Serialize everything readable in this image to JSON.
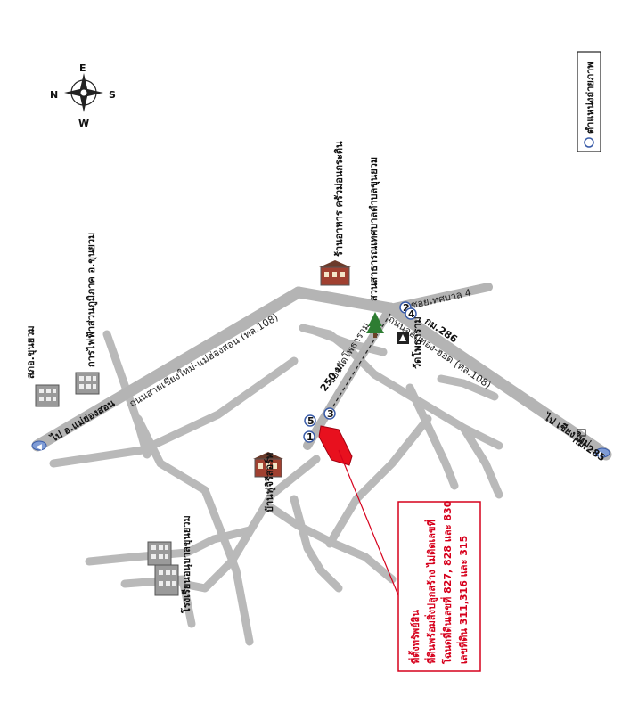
{
  "legend": {
    "label": "ตำแหน่งถ่ายภาพ"
  },
  "compass": {
    "n": "N",
    "e": "E",
    "s": "S",
    "w": "W"
  },
  "roads": {
    "main": "ถนนสายเชียงใหม่-แม่ฮ่องสอน (ทล.108)",
    "soi_temple": "ซอยวัดโพธาราม",
    "soi_municipal": "ซอยเทศบาล 4",
    "road_chomtong": "ถนนจอมทอง-ฮอด (ทล.108)"
  },
  "directions": {
    "to_maehongson": "ไป อ.แม่ฮ่องสอน",
    "to_chiangmai": "ไป เชียงใหม่"
  },
  "km_markers": {
    "km286": "กม.286",
    "km285": "กม.285"
  },
  "distance": {
    "label": "250 ม."
  },
  "photo_points": [
    "1",
    "2",
    "3",
    "4",
    "5"
  ],
  "landmarks": {
    "police": "สภอ.ขุนยวม",
    "electric": "การไฟฟ้าส่วนภูมิภาค อ.ขุนยวม",
    "restaurant": "ร้านอาหาร ครัวม่อนกระติน",
    "health_center": "สวนสาธารณเทศบาลตำบลขุนยวม",
    "temple": "วัดโพธาราม",
    "guesthouse": "บ้านฟูจิรีสอร์ท",
    "school": "โรงเรียนอนุบาลขุนยวม"
  },
  "callout": {
    "title": "ที่ตั้งทรัพย์สิน",
    "line1": "ที่ดินพร้อมสิ่งปลูกสร้าง ไม่ติดเลขที่",
    "line2": "โฉนดที่ดินเลขที่ 827, 828 และ 830",
    "line3": "เลขที่ดิน 311,316 และ 315"
  },
  "colors": {
    "accent": "#d6001c",
    "road": "#b9b9b9",
    "photo_point": "#7f9cd6"
  },
  "icons": {
    "compass": "compass-rose-icon",
    "building": "building-icon",
    "temple": "temple-icon",
    "tree": "tree-icon",
    "photo_point": "camera-position-icon"
  }
}
